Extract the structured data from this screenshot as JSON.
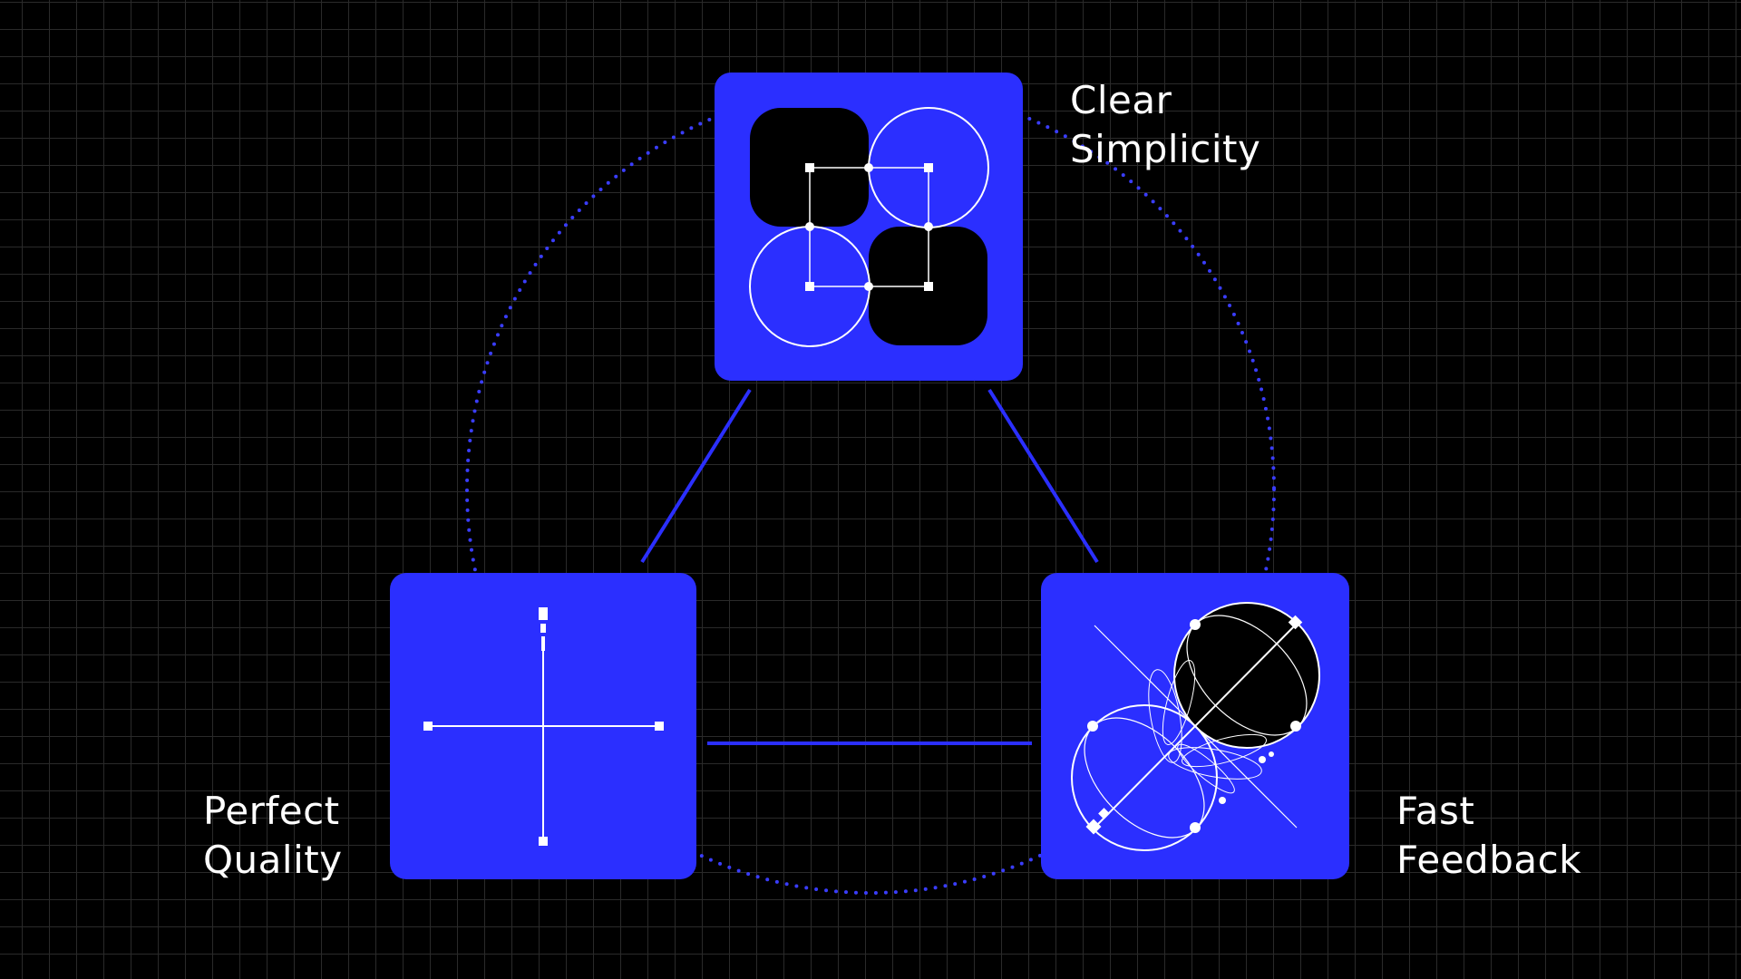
{
  "nodes": {
    "top": {
      "line1": "Clear",
      "line2": "Simplicity"
    },
    "left": {
      "line1": "Perfect",
      "line2": "Quality"
    },
    "right": {
      "line1": "Fast",
      "line2": "Feedback"
    }
  },
  "colors": {
    "background": "#000000",
    "accent": "#2B2FFF",
    "grid": "#2a2a2a",
    "foreground": "#FFFFFF"
  }
}
